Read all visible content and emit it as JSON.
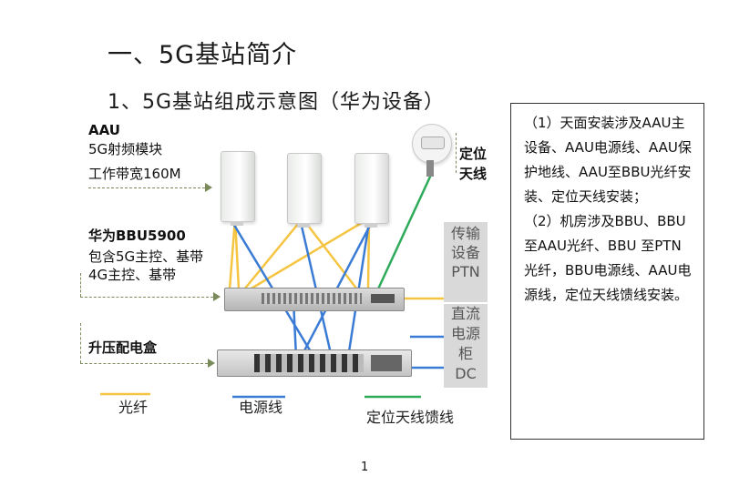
{
  "title": "一、5G基站简介",
  "subtitle": "1、5G基站组成示意图（华为设备）",
  "aau": {
    "name": "AAU",
    "line1": "5G射频模块",
    "line2": "工作带宽160M"
  },
  "bbu": {
    "name": "华为BBU5900",
    "line1": "包含5G主控、基带",
    "line2": "4G主控、基带"
  },
  "power_box": {
    "name": "升压配电盒"
  },
  "gps": {
    "line1": "定位",
    "line2": "天线"
  },
  "ptn": {
    "line1": "传输",
    "line2": "设备",
    "line3": "PTN"
  },
  "dc": {
    "line1": "直流",
    "line2": "电源",
    "line3": "柜",
    "line4": "DC"
  },
  "legend": [
    {
      "label": "光纤",
      "color": "#f5c542"
    },
    {
      "label": "电源线",
      "color": "#3a7bd5"
    },
    {
      "label": "定位天线馈线",
      "color": "#2eab5a"
    }
  ],
  "info": {
    "p1": "（1）天面安装涉及AAU主设备、AAU电源线、AAU保护地线、AAU至BBU光纤安装、定位天线安装；",
    "p2": "（2）机房涉及BBU、BBU至AAU光纤、BBU 至PTN 光纤，BBU电源线、AAU电源线，定位天线馈线安装。"
  },
  "page_number": "1"
}
